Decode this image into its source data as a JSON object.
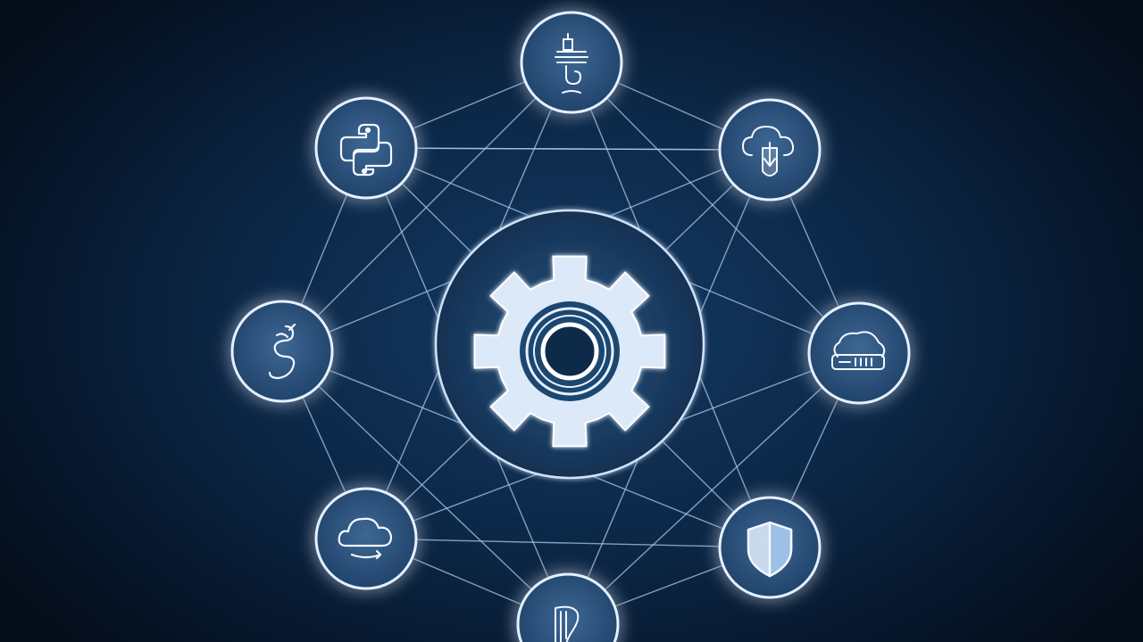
{
  "diagram": {
    "center": {
      "icon": "gear-icon"
    },
    "nodes": [
      {
        "id": "top",
        "icon": "spring-coil-icon"
      },
      {
        "id": "top-right",
        "icon": "cloud-download-icon"
      },
      {
        "id": "right",
        "icon": "cloud-server-icon"
      },
      {
        "id": "bottom-right",
        "icon": "shield-icon"
      },
      {
        "id": "bottom",
        "icon": "harp-icon"
      },
      {
        "id": "bottom-left",
        "icon": "cloud-icon"
      },
      {
        "id": "left",
        "icon": "snake-icon"
      },
      {
        "id": "top-left",
        "icon": "python-logo-icon"
      }
    ]
  },
  "colors": {
    "background": "#061427",
    "node_fill": "#2b4f78",
    "node_stroke": "#e4f0ff",
    "glow": "#8fc3ff",
    "line": "#a9c8ea",
    "icon": "#f2f8ff"
  }
}
